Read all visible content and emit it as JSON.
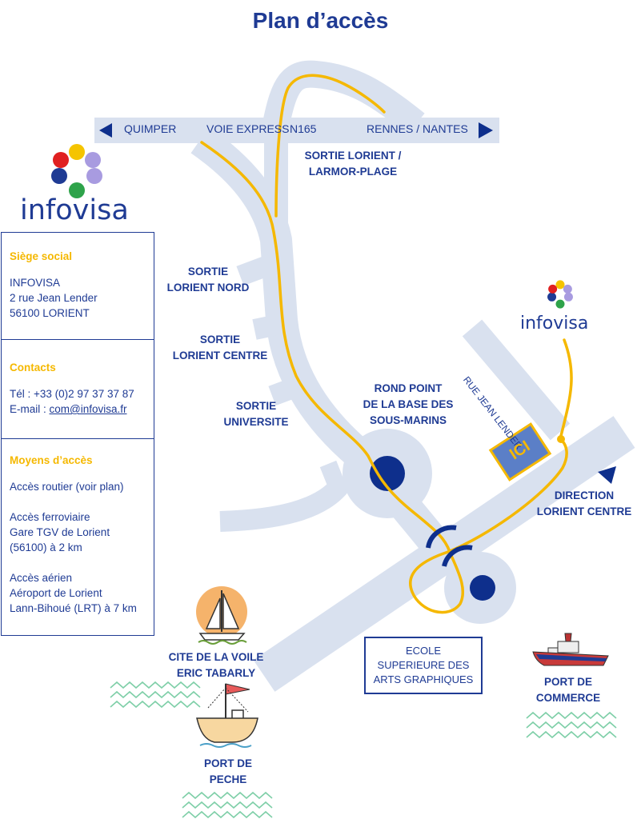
{
  "title": "Plan d’accès",
  "roads": {
    "quimper": "QUIMPER",
    "voie_express": "VOIE EXPRESS",
    "n165": "N165",
    "rennes_nantes": "RENNES / NANTES",
    "rue_jean_lender": "RUE JEAN LENDER",
    "ici": "ICI"
  },
  "labels": {
    "sortie_lorient_larmor": "SORTIE LORIENT /\nLARMOR-PLAGE",
    "sortie_lorient_nord": "SORTIE\nLORIENT NORD",
    "sortie_lorient_centre": "SORTIE\nLORIENT CENTRE",
    "sortie_universite": "SORTIE\nUNIVERSITE",
    "rond_point": "ROND POINT\nDE LA BASE DES\nSOUS-MARINS",
    "direction_lorient_centre": "DIRECTION\nLORIENT CENTRE",
    "cite_voile": "CITE DE LA VOILE\nERIC TABARLY",
    "ecole": "ECOLE\nSUPERIEURE DES\nARTS GRAPHIQUES",
    "port_commerce": "PORT DE\nCOMMERCE",
    "port_peche": "PORT DE\nPECHE"
  },
  "logo": {
    "text": "infovisa"
  },
  "info": {
    "siege": {
      "heading": "Siège social",
      "name": "INFOVISA",
      "street": "2 rue Jean Lender",
      "city": "56100 LORIENT"
    },
    "contacts": {
      "heading": "Contacts",
      "tel": "Tél : +33 (0)2 97 37 37 87",
      "email_prefix": "E-mail : ",
      "email": "com@infovisa.fr"
    },
    "acces": {
      "heading": "Moyens d’accès",
      "routier": "Accès routier (voir plan)",
      "ferro_1": "Accès ferroviaire",
      "ferro_2": "Gare TGV de Lorient",
      "ferro_3": "(56100) à 2 km",
      "aerien_1": "Accès aérien",
      "aerien_2": "Aéroport de Lorient",
      "aerien_3": "Lann-Bihoué (LRT) à 7 km"
    }
  },
  "colors": {
    "brand_blue": "#1f3b94",
    "route_yellow": "#f5b800",
    "road_gray": "#d9e1ef",
    "ici_blue": "#5b7fc7"
  }
}
